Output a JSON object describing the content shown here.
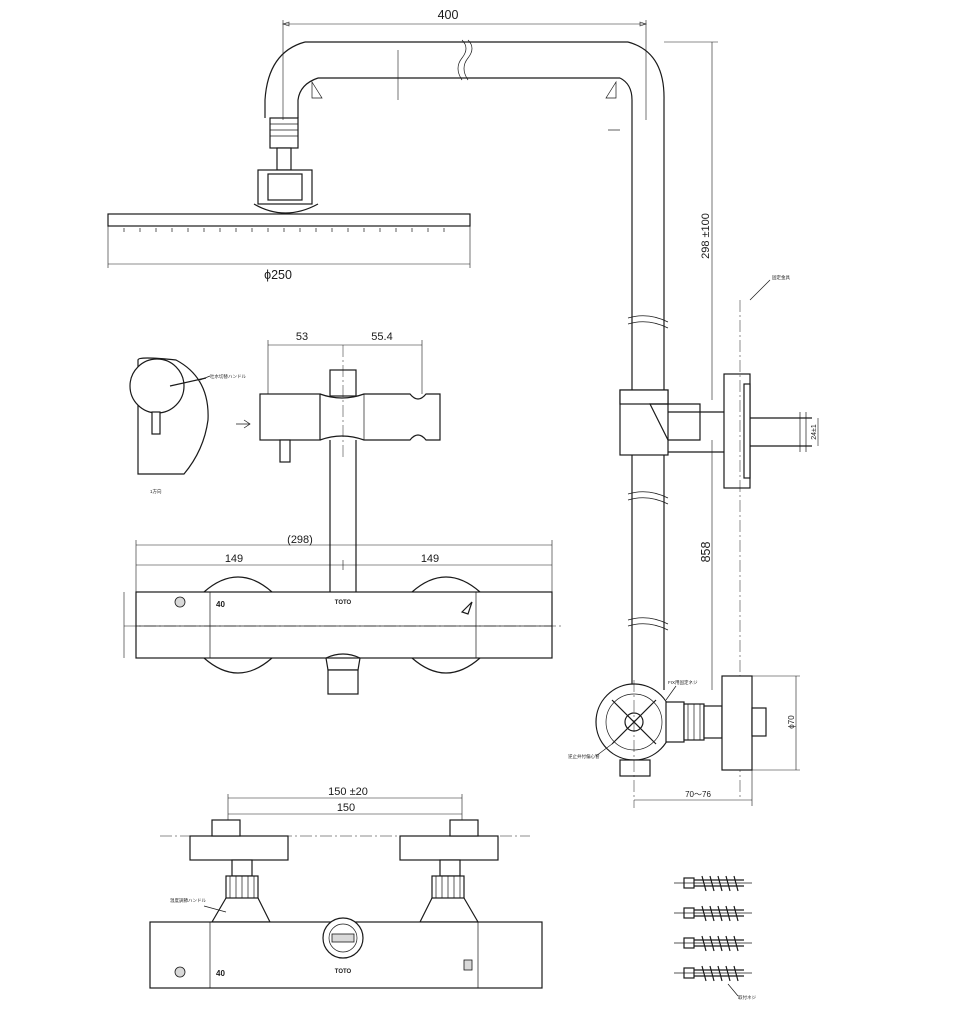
{
  "dimensions": {
    "riser_width": "400",
    "head_diameter": "ϕ250",
    "riser_height": "298 ±100",
    "handle_offset": "53",
    "lever_offset": "55.4",
    "body_width_total": "(298)",
    "half_left": "149",
    "half_right": "149",
    "bracket_thread": "24±1",
    "lower_height": "858",
    "wall_plate_dia": "ϕ70",
    "wall_offset": "70～76",
    "inlet_spacing_tol": "150 ±20",
    "inlet_spacing": "150"
  },
  "body_marks": {
    "brand": "TOTO",
    "temp_scale": "40"
  },
  "notes": {
    "wall_callout": "固定金具",
    "lever_callout": "吐水切替ハンドル",
    "side_caption": "1方向",
    "fix_callout": "FIX用固定ネジ",
    "bottom_left_callout": "温度調節ハンドル",
    "inlet_callout": "逆止弁付偏心管",
    "anchor_callout": "取付ネジ"
  }
}
